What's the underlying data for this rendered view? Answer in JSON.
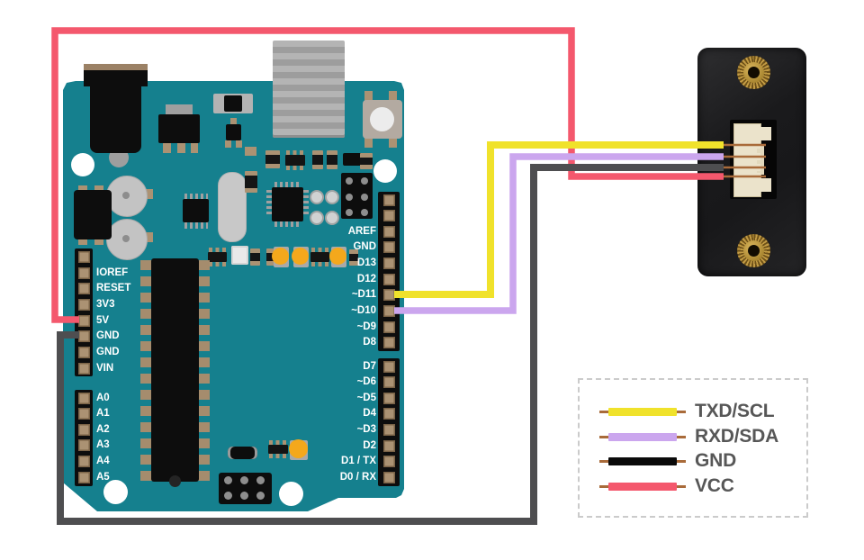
{
  "page": {
    "background": "#ffffff"
  },
  "board": {
    "color": "#15808e",
    "left_top_pins": [
      "",
      "IOREF",
      "RESET",
      "3V3",
      "5V",
      "GND",
      "GND",
      "VIN"
    ],
    "left_bottom_pins": [
      "A0",
      "A1",
      "A2",
      "A3",
      "A4",
      "A5"
    ],
    "right_top_pins": [
      "",
      "",
      "AREF",
      "GND",
      "D13",
      "D12",
      "~D11",
      "~D10",
      "~D9",
      "D8"
    ],
    "right_bottom_pins": [
      "D7",
      "~D6",
      "~D5",
      "D4",
      "~D3",
      "D2",
      "D1 / TX",
      "D0 / RX"
    ],
    "pin_label_color": "#ffffff"
  },
  "wires": {
    "txd": {
      "color": "#f0e22b",
      "arduino_pin": "~D11"
    },
    "rxd": {
      "color": "#cba6ee",
      "arduino_pin": "~D10"
    },
    "gnd": {
      "color": "#4e4e50",
      "arduino_pin": "GND"
    },
    "vcc": {
      "color": "#f4586d",
      "arduino_pin": "5V"
    },
    "copper_color": "#a96b3a"
  },
  "module": {
    "connector_pin_count": 4
  },
  "legend": {
    "items": [
      {
        "label": "TXD/SCL",
        "color": "#f0e22b"
      },
      {
        "label": "RXD/SDA",
        "color": "#cba6ee"
      },
      {
        "label": "GND",
        "color": "#0a0a0a"
      },
      {
        "label": "VCC",
        "color": "#f4586d"
      }
    ]
  }
}
